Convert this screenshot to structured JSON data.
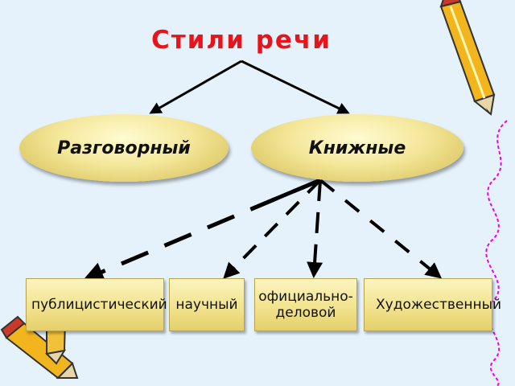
{
  "title": "Стили речи",
  "ovals": {
    "left": "Разговорный",
    "right": "Книжные"
  },
  "boxes": [
    "публицистический",
    "научный",
    "официально-\nделовой",
    "Художественный"
  ],
  "decor": {
    "pencil_right": "pencil-icon",
    "pencils_left": "pencils-icon",
    "wavy_line": "wavy-line"
  },
  "colors": {
    "title": "#e8141b",
    "background": "#e6f2fb",
    "wavy_line": "#ee00ee",
    "pencil_body": "#f2b51e"
  }
}
